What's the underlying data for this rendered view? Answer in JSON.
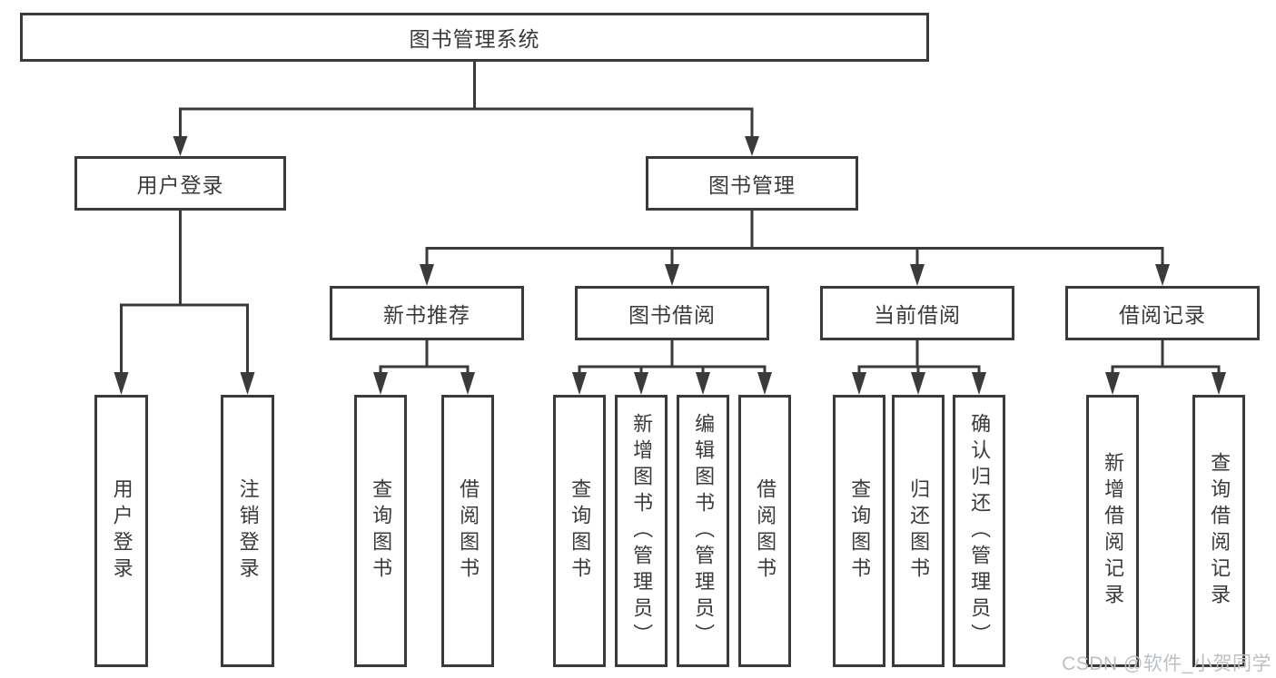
{
  "colors": {
    "line": "#3a3a3a",
    "text": "#3a3a3a",
    "box_bg": "#ffffff",
    "watermark": "#bcc0c3"
  },
  "watermark": {
    "text": "CSDN @软件_小贺同学"
  },
  "tree": {
    "root": {
      "label": "图书管理系统",
      "children": [
        {
          "label": "用户登录",
          "children": [
            {
              "label": "用户登录"
            },
            {
              "label": "注销登录"
            }
          ]
        },
        {
          "label": "图书管理",
          "children": [
            {
              "label": "新书推荐",
              "children": [
                {
                  "label": "查询图书"
                },
                {
                  "label": "借阅图书"
                }
              ]
            },
            {
              "label": "图书借阅",
              "children": [
                {
                  "label": "查询图书"
                },
                {
                  "label": "新增图书（管理员）"
                },
                {
                  "label": "编辑图书（管理员）"
                },
                {
                  "label": "借阅图书"
                }
              ]
            },
            {
              "label": "当前借阅",
              "children": [
                {
                  "label": "查询图书"
                },
                {
                  "label": "归还图书"
                },
                {
                  "label": "确认归还（管理员）"
                }
              ]
            },
            {
              "label": "借阅记录",
              "children": [
                {
                  "label": "新增借阅记录"
                },
                {
                  "label": "查询借阅记录"
                }
              ]
            }
          ]
        }
      ]
    }
  }
}
